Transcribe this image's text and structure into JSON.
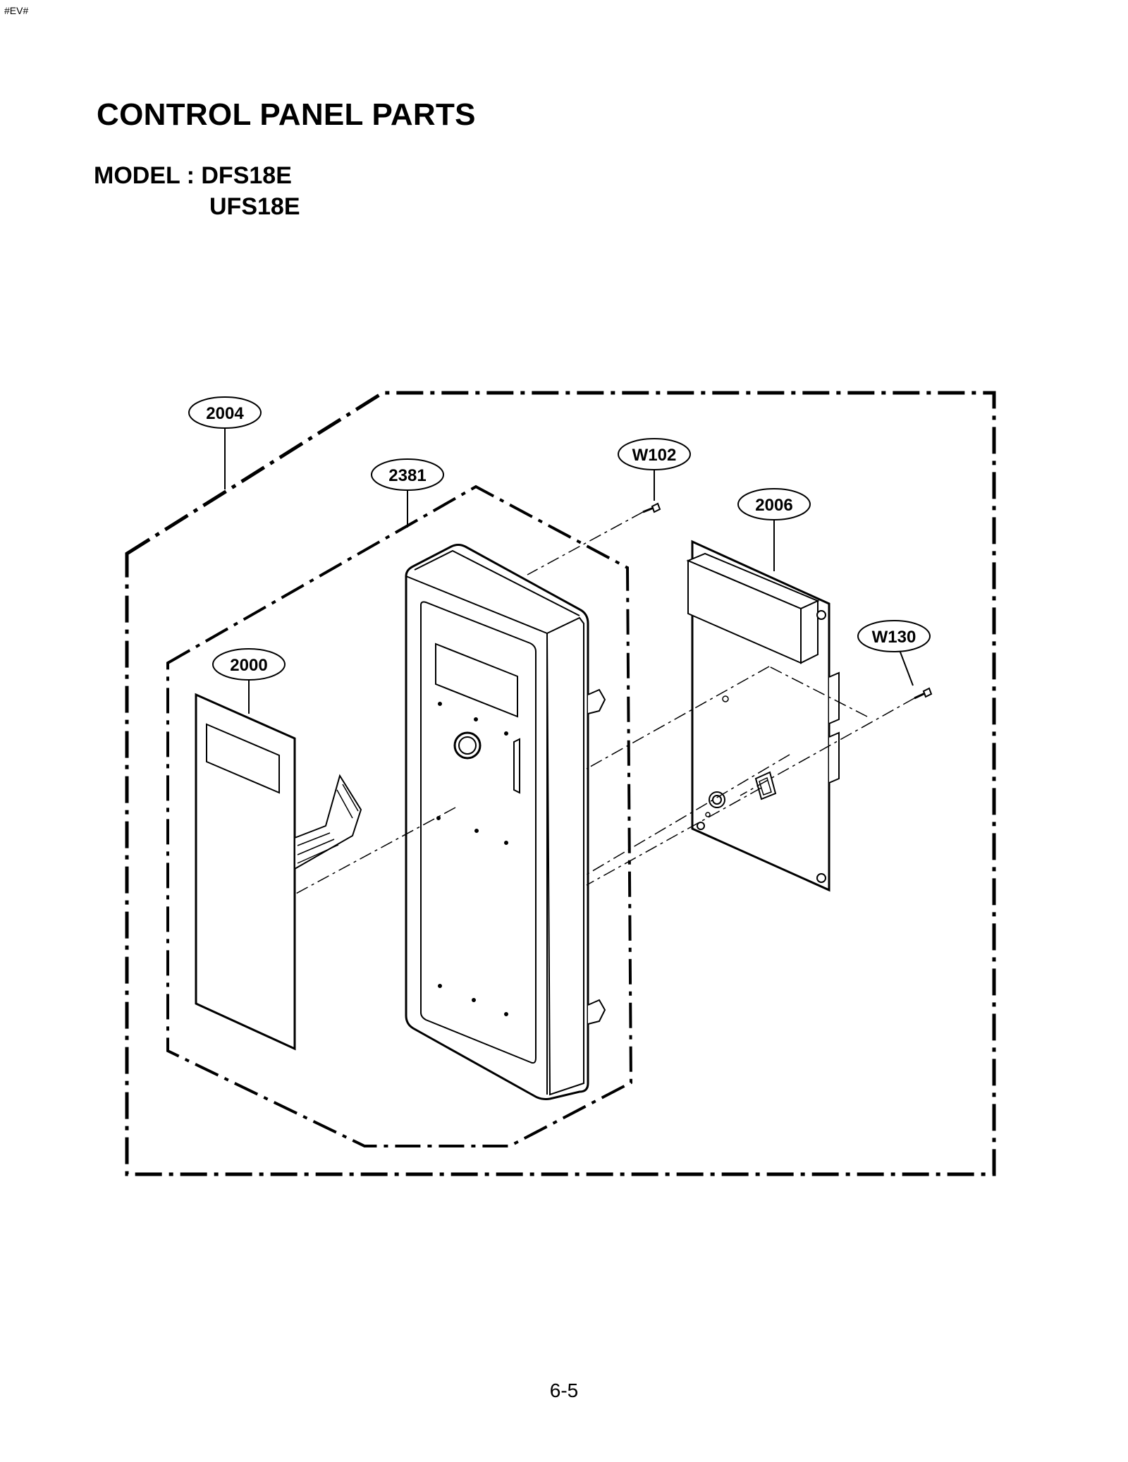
{
  "header": {
    "corner_tag": "#EV#",
    "title": "CONTROL PANEL PARTS",
    "model_prefix": "MODEL : DFS18E",
    "model_second": "UFS18E"
  },
  "callouts": [
    {
      "id": "callout-2004",
      "label": "2004"
    },
    {
      "id": "callout-2381",
      "label": "2381"
    },
    {
      "id": "callout-w102",
      "label": "W102"
    },
    {
      "id": "callout-2006",
      "label": "2006"
    },
    {
      "id": "callout-w130",
      "label": "W130"
    },
    {
      "id": "callout-2000",
      "label": "2000"
    }
  ],
  "footer": {
    "page_number": "6-5"
  }
}
